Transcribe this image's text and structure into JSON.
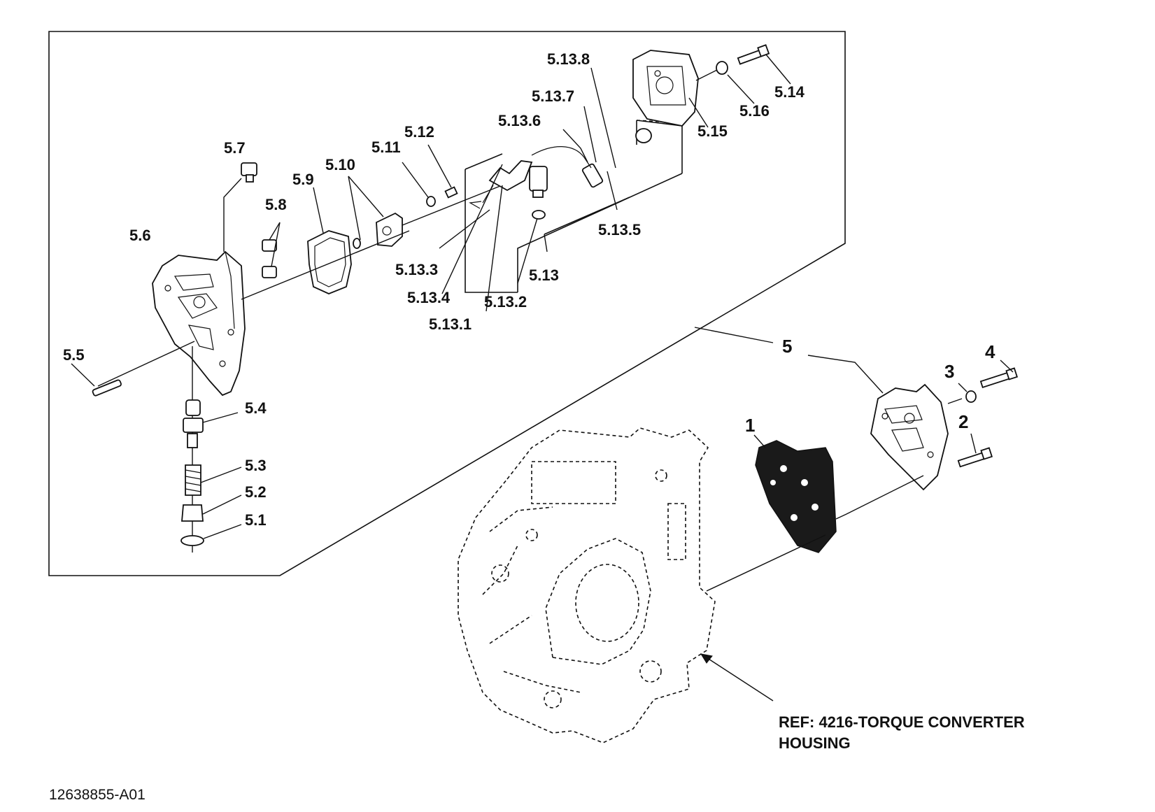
{
  "callouts": {
    "c5_13_8": "5.13.8",
    "c5_13_7": "5.13.7",
    "c5_13_6": "5.13.6",
    "c5_14": "5.14",
    "c5_16": "5.16",
    "c5_15": "5.15",
    "c5_12": "5.12",
    "c5_11": "5.11",
    "c5_10": "5.10",
    "c5_9": "5.9",
    "c5_7": "5.7",
    "c5_8": "5.8",
    "c5_6": "5.6",
    "c5_13_5": "5.13.5",
    "c5_13_3": "5.13.3",
    "c5_13": "5.13",
    "c5_13_4": "5.13.4",
    "c5_13_2": "5.13.2",
    "c5_13_1": "5.13.1",
    "c5_5": "5.5",
    "c5_4": "5.4",
    "c5_3": "5.3",
    "c5_2": "5.2",
    "c5_1": "5.1",
    "c5": "5",
    "c4": "4",
    "c3": "3",
    "c2": "2",
    "c1": "1"
  },
  "reference": {
    "line1": "REF: 4216-TORQUE CONVERTER",
    "line2": "HOUSING"
  },
  "figure_id": "12638855-A01"
}
